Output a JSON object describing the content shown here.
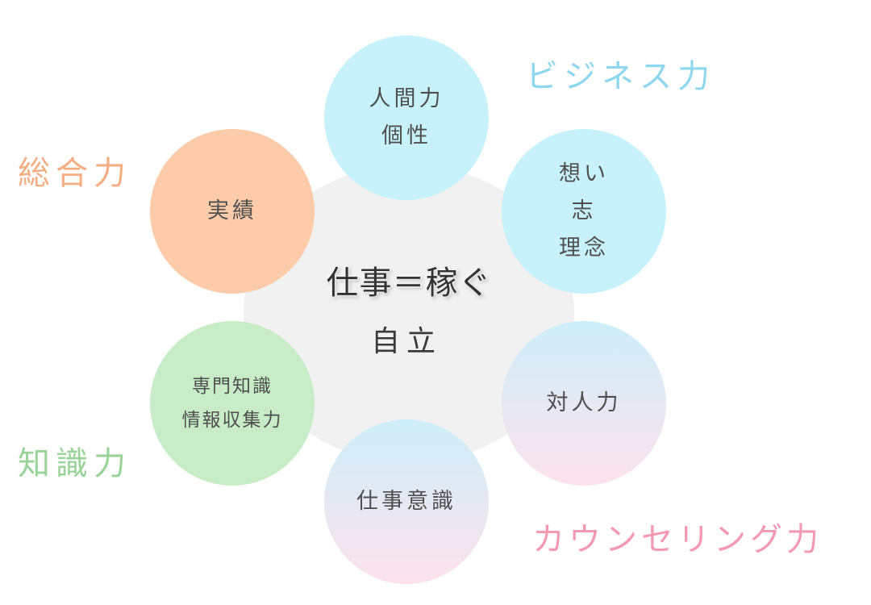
{
  "center": {
    "main": "仕事＝稼ぐ",
    "sub": "自立"
  },
  "circles": {
    "top": [
      "人間力",
      "個性"
    ],
    "right_top": [
      "想い",
      "志",
      "理念"
    ],
    "right_bottom": [
      "対人力"
    ],
    "bottom": [
      "仕事意識"
    ],
    "left_bottom": [
      "専門知識",
      "情報収集力"
    ],
    "left_top": [
      "実績"
    ]
  },
  "labels": {
    "business": "ビジネス力",
    "sougou": "総合力",
    "chishiki": "知識力",
    "counseling": "カウンセリング力"
  },
  "colors": {
    "cyan_circle": "#c8f2fb",
    "pink_gradient_end": "#fde2ec",
    "green_circle": "#c8ebc8",
    "orange_circle": "#fccba9",
    "hub": "#f1f1f1",
    "label_business": "#8fd7ee",
    "label_sougou": "#f3ae83",
    "label_chishiki": "#99d399",
    "label_counseling": "#f39ab3"
  }
}
